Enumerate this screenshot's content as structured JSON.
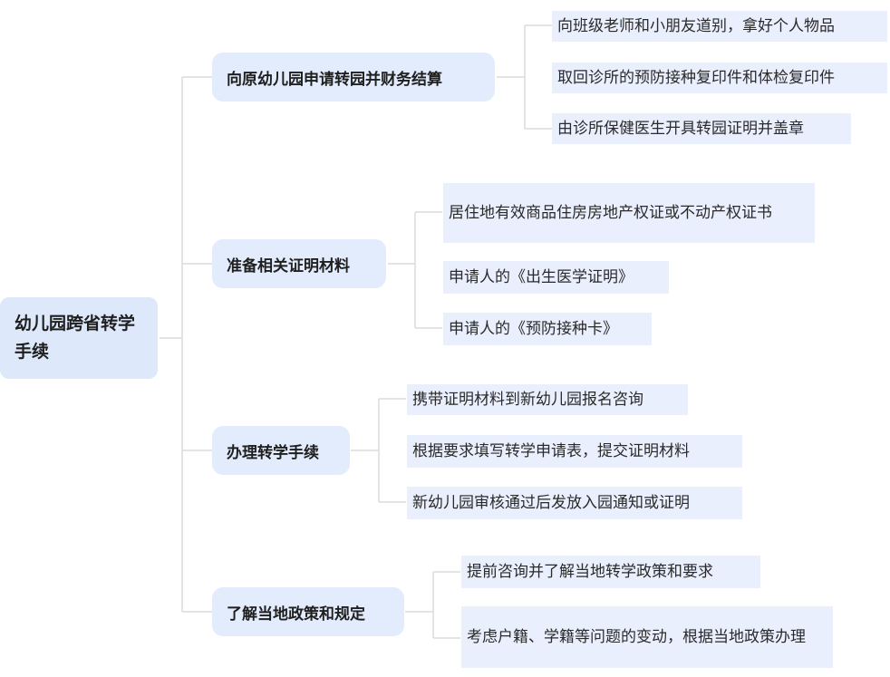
{
  "root": {
    "label": "幼儿园跨省转学手续"
  },
  "branches": [
    {
      "label": "向原幼儿园申请转园并财务结算",
      "items": [
        "向班级老师和小朋友道别，拿好个人物品",
        "取回诊所的预防接种复印件和体检复印件",
        "由诊所保健医生开具转园证明并盖章"
      ]
    },
    {
      "label": "准备相关证明材料",
      "items": [
        "居住地有效商品住房房地产权证或不动产权证书",
        "申请人的《出生医学证明》",
        "申请人的《预防接种卡》"
      ]
    },
    {
      "label": "办理转学手续",
      "items": [
        "携带证明材料到新幼儿园报名咨询",
        "根据要求填写转学申请表，提交证明材料",
        "新幼儿园审核通过后发放入园通知或证明"
      ]
    },
    {
      "label": "了解当地政策和规定",
      "items": [
        "提前咨询并了解当地转学政策和要求",
        "考虑户籍、学籍等问题的变动，根据当地政策办理"
      ]
    }
  ],
  "colors": {
    "root_fill": "#dde8fb",
    "branch_fill": "#e3ecfc",
    "leaf_fill": "#e9effd",
    "connector": "#dcdcdc"
  }
}
